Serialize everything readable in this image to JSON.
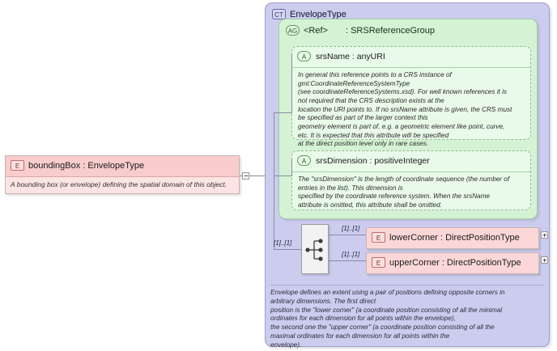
{
  "diagram": {
    "type": "xsd-element-diagram"
  },
  "boundingBox": {
    "badge": "E",
    "title": "boundingBox : EnvelopeType",
    "doc": "A bounding box (or envelope) defining the spatial domain of this object.",
    "toggle": "minus"
  },
  "envelopeType": {
    "badge": "CT",
    "title": "EnvelopeType",
    "doc_lines": [
      "Envelope defines an extent using a pair of positions defining opposite corners in",
      "arbitrary dimensions. The first direct",
      "position is the \"lower corner\" (a coordinate position consisting of all the minimal",
      "ordinates for each dimension for all points within the envelope),",
      "the second one the \"upper corner\" (a coordinate position consisting of all the",
      "maximal ordinates for each dimension for all points within the",
      "envelope)."
    ]
  },
  "refGroup": {
    "badge": "AG",
    "ref_label": "<Ref>",
    "title": ": SRSReferenceGroup"
  },
  "attributes": [
    {
      "badge": "A",
      "title": "srsName : anyURI",
      "doc_lines": [
        "In general this reference points to a CRS instance of",
        "gml:CoordinateReferenceSystemType",
        "(see coordinateReferenceSystems.xsd). For well known references it is",
        "not required that the CRS description exists at the",
        "location the URI points to. If no srsName attribute is given, the CRS must",
        "be specified as part of the larger context this",
        "geometry element is part of, e.g. a geometric element like point, curve,",
        "etc. It is expected that this attribute will be specified",
        "at the direct position level only in rare cases."
      ]
    },
    {
      "badge": "A",
      "title": "srsDimension : positiveInteger",
      "doc_lines": [
        "The \"srsDimension\" is the length of coordinate sequence (the number of",
        "entries in the list). This dimension is",
        "specified by the coordinate reference system. When the srsName",
        "attribute is omitted, this attribute shall be omitted."
      ]
    }
  ],
  "children": [
    {
      "badge": "E",
      "title": "lowerCorner : DirectPositionType",
      "cardinality": "[1]..[1]",
      "toggle": "plus"
    },
    {
      "badge": "E",
      "title": "upperCorner : DirectPositionType",
      "cardinality": "[1]..[1]",
      "toggle": "plus"
    }
  ],
  "compositor": {
    "kind": "sequence-icon",
    "cardinality": "[1]..[1]"
  },
  "colors": {
    "complex_type_panel": "#ccccef",
    "attribute_group_panel": "#d5f2d5",
    "attribute_box": "#e9fae9",
    "element_pink": "#fbd7d7",
    "element_doc_pink": "#fde4e4",
    "connector_line": "#8a8aa5"
  }
}
